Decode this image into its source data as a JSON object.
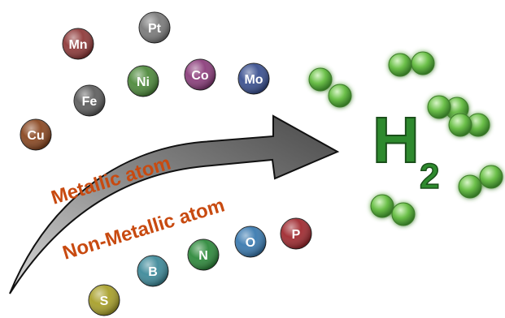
{
  "metallic": {
    "label": "Metallic atom",
    "atoms": [
      {
        "symbol": "Mn",
        "color": "#8f3a3a"
      },
      {
        "symbol": "Pt",
        "color": "#7b7b7b"
      },
      {
        "symbol": "Fe",
        "color": "#5e5e5e"
      },
      {
        "symbol": "Ni",
        "color": "#4e8a3c"
      },
      {
        "symbol": "Co",
        "color": "#8c3e7c"
      },
      {
        "symbol": "Mo",
        "color": "#3a5090"
      },
      {
        "symbol": "Cu",
        "color": "#8a4822"
      }
    ]
  },
  "non_metallic": {
    "label": "Non-Metallic atom",
    "atoms": [
      {
        "symbol": "S",
        "color": "#a8a02a"
      },
      {
        "symbol": "B",
        "color": "#3e8a9a"
      },
      {
        "symbol": "N",
        "color": "#2e8a3c"
      },
      {
        "symbol": "O",
        "color": "#3a7ab0"
      },
      {
        "symbol": "P",
        "color": "#a02a30"
      }
    ]
  },
  "product": {
    "label_main": "H",
    "label_sub": "2",
    "color": "#2e8a2e",
    "molecule_color": "#6cc04a",
    "molecule_count": 6
  },
  "label_color": "#c84a10"
}
